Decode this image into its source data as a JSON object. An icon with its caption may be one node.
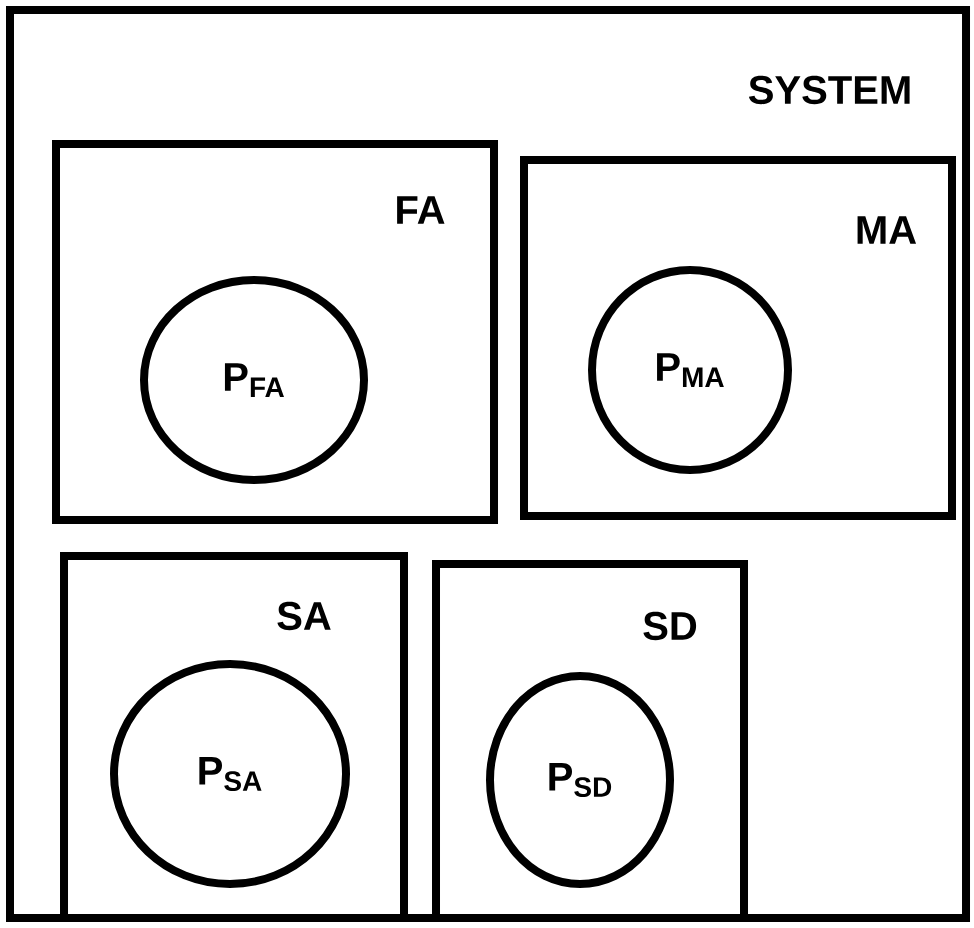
{
  "diagram": {
    "nodes": [
      {
        "text": [
          "SYSTEM"
        ]
      },
      {
        "text": [
          "FA"
        ],
        "in": 0
      },
      {
        "text": [
          "P$_{FA}$"
        ],
        "in": 1
      },
      {
        "text": [
          "MA"
        ],
        "in": 0
      },
      {
        "text": [
          "P$_{MA}$"
        ],
        "in": 3
      },
      {
        "text": [
          "SA"
        ],
        "in": 0
      },
      {
        "text": [
          "P$_{SA}$"
        ],
        "in": 5
      },
      {
        "text": [
          "SD"
        ],
        "in": 0
      },
      {
        "text": [
          "P$_{SD}$"
        ],
        "in": 7
      }
    ]
  }
}
